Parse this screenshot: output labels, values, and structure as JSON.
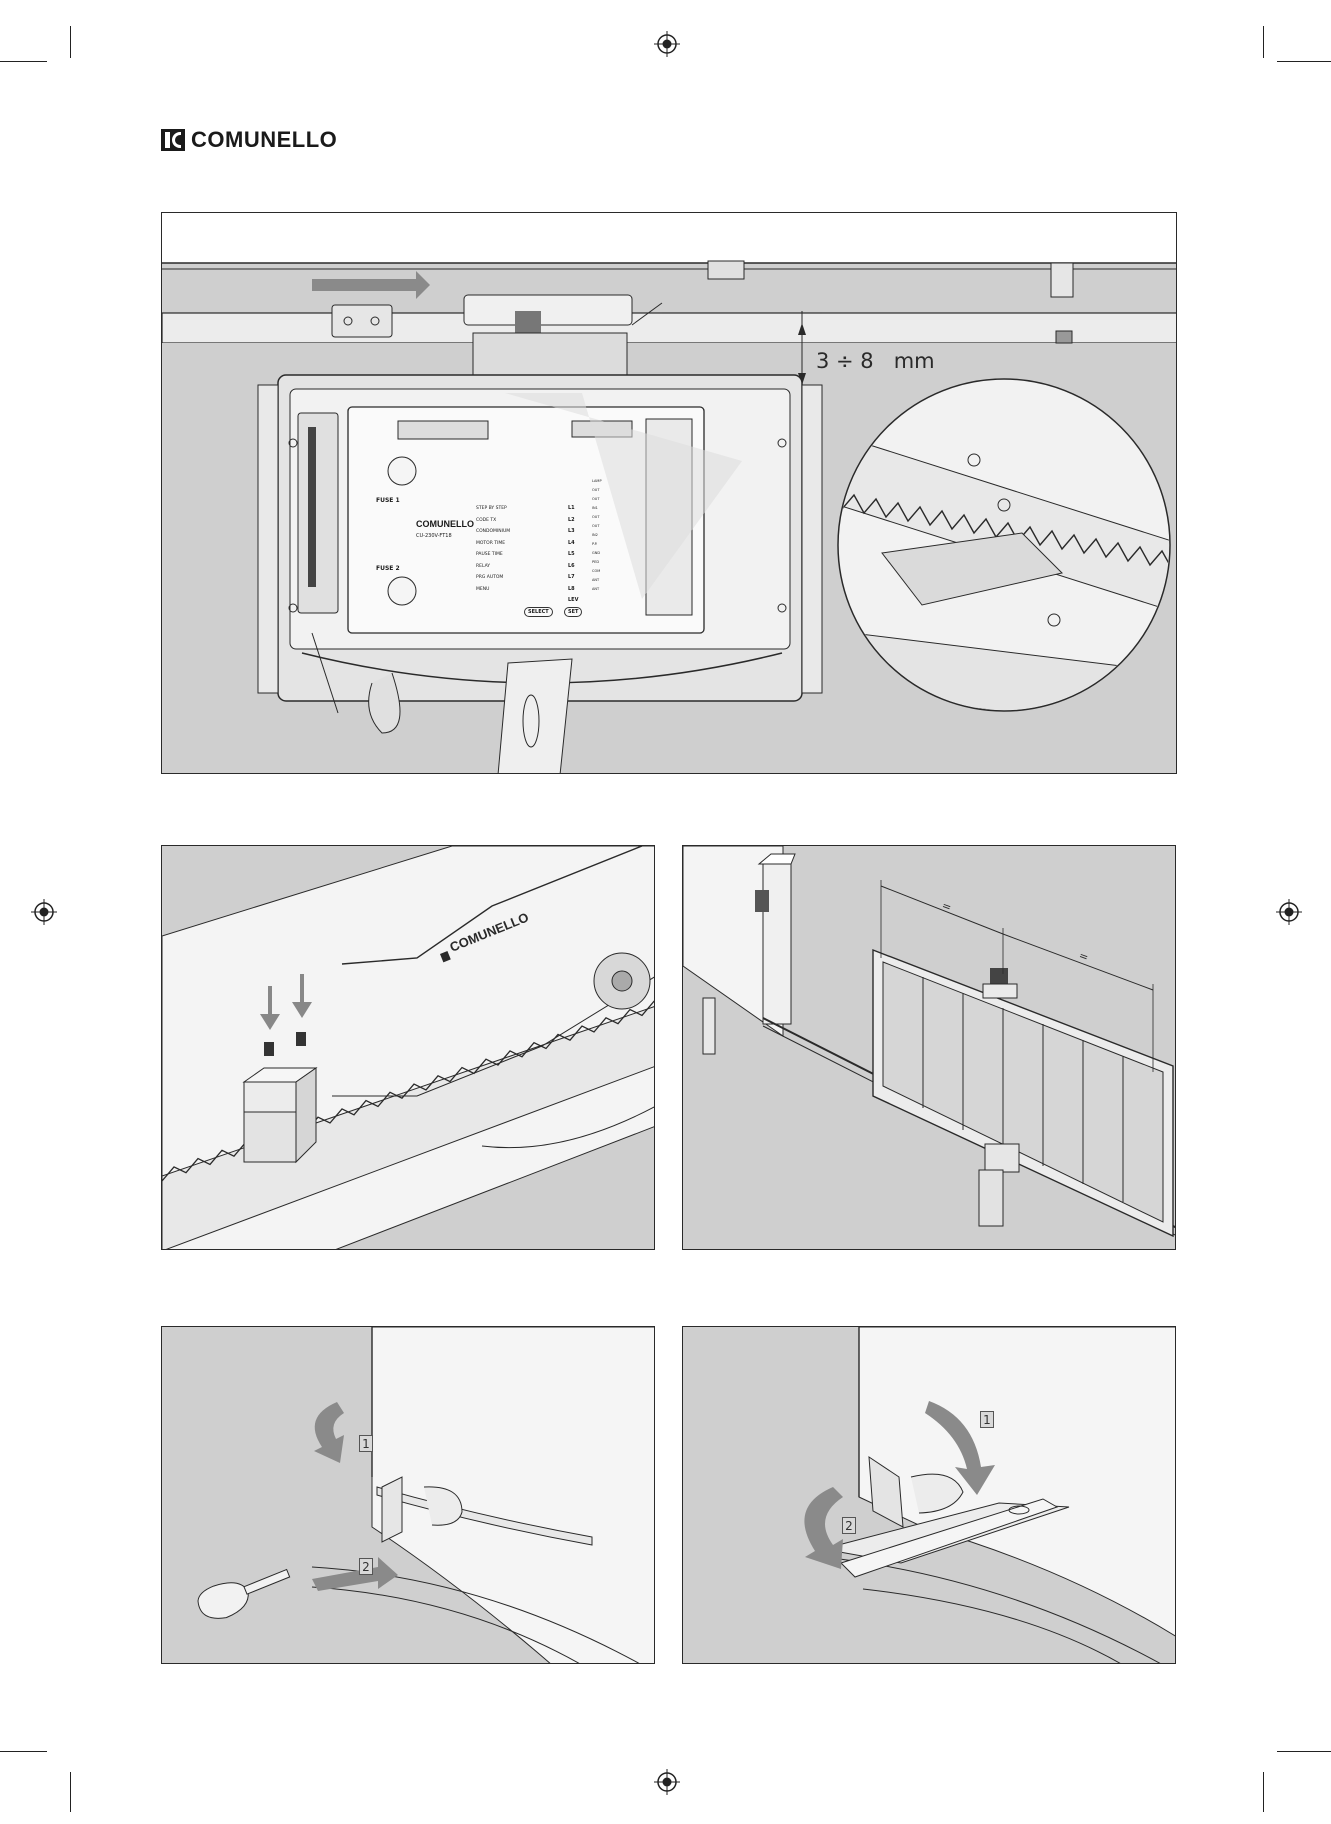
{
  "brand": {
    "name": "COMUNELLO",
    "mark": "comunello-logo-mark"
  },
  "figure1": {
    "gap_label": "3 ÷ 8   mm",
    "board": {
      "brand": "COMUNELLO",
      "model": "CU-230V-FT18",
      "fuse1": "FUSE 1",
      "fuse2": "FUSE 2",
      "select": "SELECT",
      "set": "SET",
      "rows": [
        "STEP BY STEP",
        "CODE TX",
        "CONDOMINIUM",
        "MOTOR TIME",
        "PAUSE TIME",
        "RELAY",
        "PRG AUTOM",
        "MENU"
      ],
      "leds": [
        "L1",
        "L2",
        "L3",
        "L4",
        "L5",
        "L6",
        "L7",
        "L8"
      ],
      "led_extra": "LEV",
      "terminals": [
        "LAMP",
        "OUT",
        "OUT",
        "IN1",
        "OUT",
        "OUT",
        "IN2",
        "P.P.",
        "GND",
        "PED",
        "COM",
        "ANT",
        "ANT"
      ]
    }
  },
  "figure3": {
    "equal_marks": [
      "=",
      "="
    ]
  },
  "figure4": {
    "steps": [
      "1",
      "2"
    ]
  },
  "figure5": {
    "steps": [
      "1",
      "2"
    ]
  },
  "colors": {
    "panel_bg": "#cfcfcf",
    "line": "#2a2a2a",
    "arrow": "#7a7a7a",
    "paper": "#ffffff"
  }
}
